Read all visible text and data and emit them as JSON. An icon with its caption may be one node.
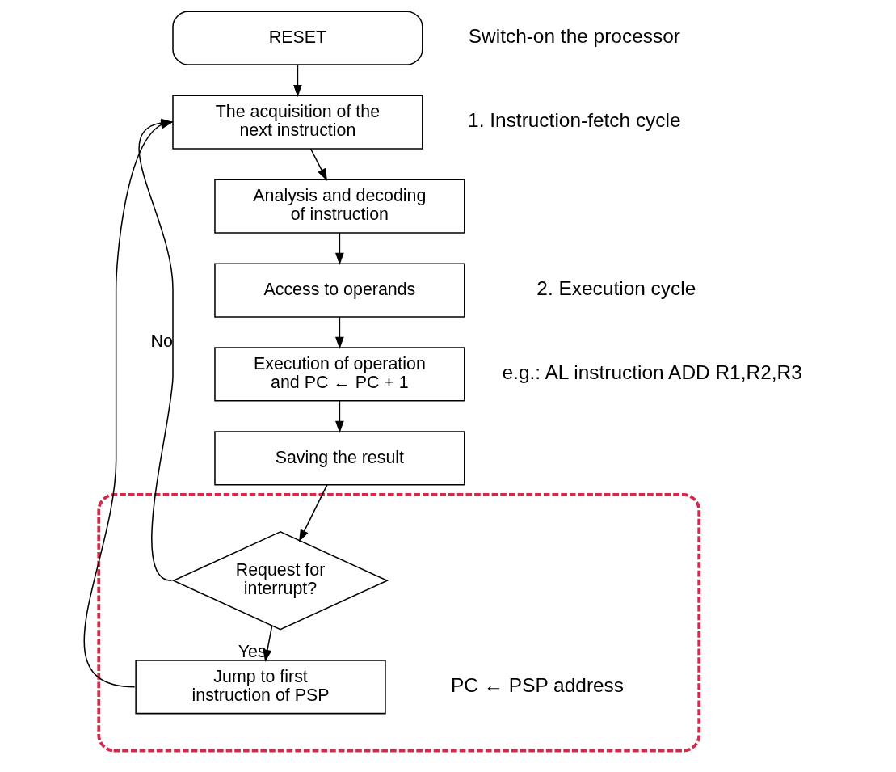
{
  "diagram": {
    "nodes": [
      {
        "text": [
          "RESET"
        ],
        "beside": [
          "Switch-on the processor"
        ]
      },
      {
        "text": [
          "The acquisition of the next instruction"
        ],
        "beside": [
          "1. Instruction-fetch cycle"
        ]
      },
      {
        "text": [
          "Analysis and decoding of instruction"
        ]
      },
      {
        "text": [
          "Access to operands"
        ]
      },
      {
        "text": [
          "Execution of operation and PC ← PC + 1"
        ]
      },
      {
        "text": [
          "Saving the result"
        ]
      },
      {
        "text": [],
        "shape": "box"
      },
      {
        "text": [
          "Request for interrupt?"
        ],
        "in": 6
      },
      {
        "text": [
          "Jump to first instruction of PSP"
        ],
        "in": 6,
        "beside": [
          "PC ← PSP address"
        ]
      }
    ],
    "edges": [
      {
        "from": 0,
        "to": 1,
        "arrow": "to"
      },
      {
        "from": 1,
        "to": 2,
        "arrow": "to"
      },
      {
        "from": 2,
        "to": 3,
        "arrow": "to"
      },
      {
        "from": 3,
        "to": 4,
        "arrow": "to"
      },
      {
        "from": 4,
        "to": 5,
        "arrow": "to"
      },
      {
        "from": 5,
        "to": 7,
        "arrow": "to"
      },
      {
        "from": 7,
        "to": 1,
        "label": "No",
        "arrow": "to"
      },
      {
        "from": 7,
        "to": 8,
        "label": "Yes",
        "arrow": "to"
      },
      {
        "from": 8,
        "to": 1,
        "arrow": "to"
      }
    ],
    "labels": [
      "2. Execution cycle",
      "e.g.: AL instruction ADD R1,R2,R3"
    ]
  }
}
